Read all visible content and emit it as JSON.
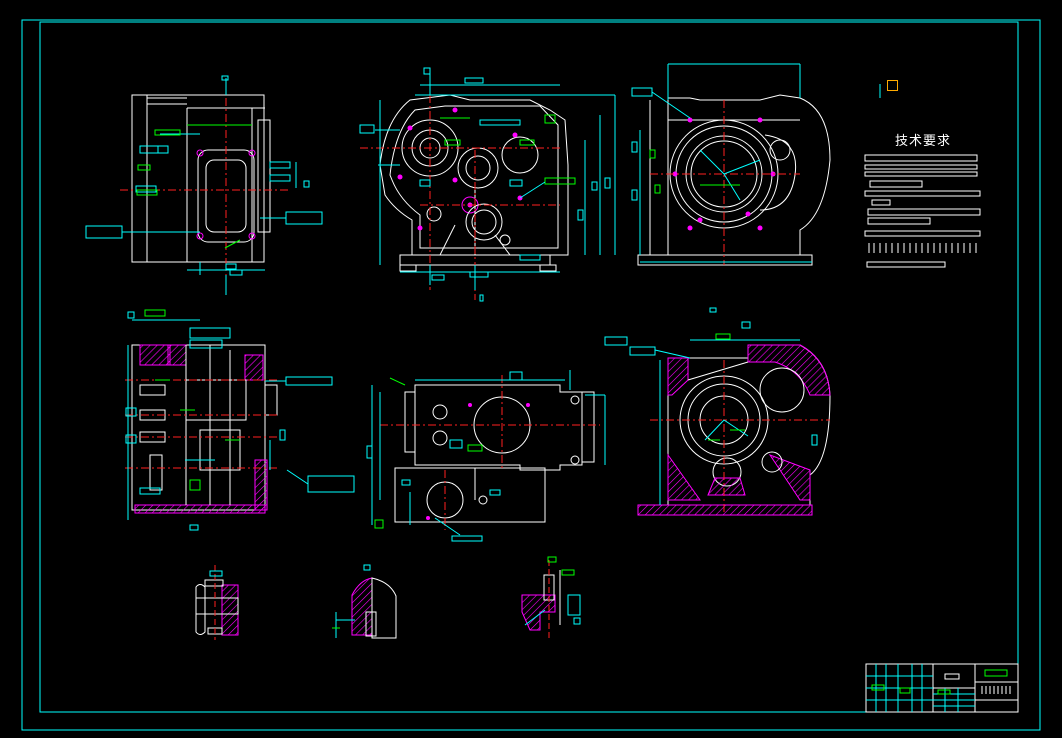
{
  "drawing": {
    "tech_requirements_title": "技术要求"
  },
  "colors": {
    "background": "#000000",
    "outline": "#ffffff",
    "dimension": "#00ffff",
    "centerline": "#ff2020",
    "annotation": "#00ff00",
    "hatch": "#ff00ff",
    "accent": "#ffaa00",
    "frame": "#00ffff"
  },
  "views": [
    "left-side-view",
    "front-view",
    "top-right-view",
    "section-view-left",
    "bottom-view-center",
    "section-view-right",
    "detail-view-1",
    "detail-view-2",
    "detail-view-3"
  ],
  "title_block": {}
}
